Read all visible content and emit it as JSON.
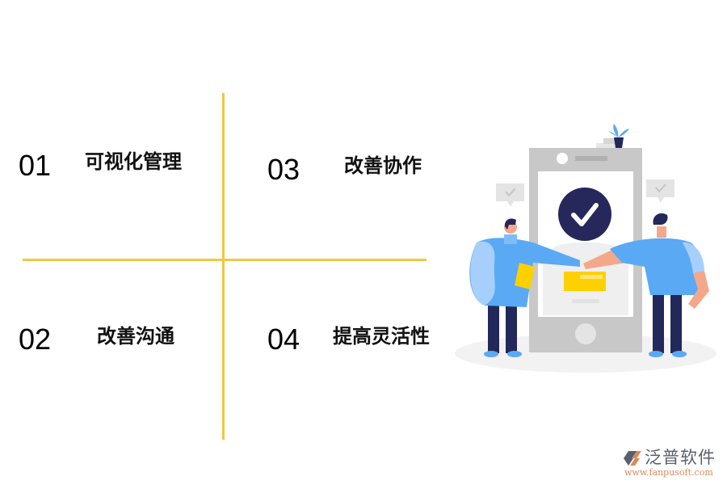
{
  "quadrants": [
    {
      "number": "01",
      "label": "可视化管理"
    },
    {
      "number": "02",
      "label": "改善沟通"
    },
    {
      "number": "03",
      "label": "改善协作"
    },
    {
      "number": "04",
      "label": "提高灵活性"
    }
  ],
  "divider_color": "#F0C840",
  "illustration": {
    "icon": "teamwork-phone-checkmark-illustration",
    "colors": {
      "phone": "#C8C8C8",
      "screen": "#FFFFFF",
      "check_circle": "#26285C",
      "shirt": "#5AA9F5",
      "pants": "#23285A",
      "skin": "#F4A88A",
      "card": "#FFD000",
      "shadow": "#F2F2F2"
    }
  },
  "logo": {
    "name": "泛普软件",
    "url": "www.fanpusoft.com"
  }
}
